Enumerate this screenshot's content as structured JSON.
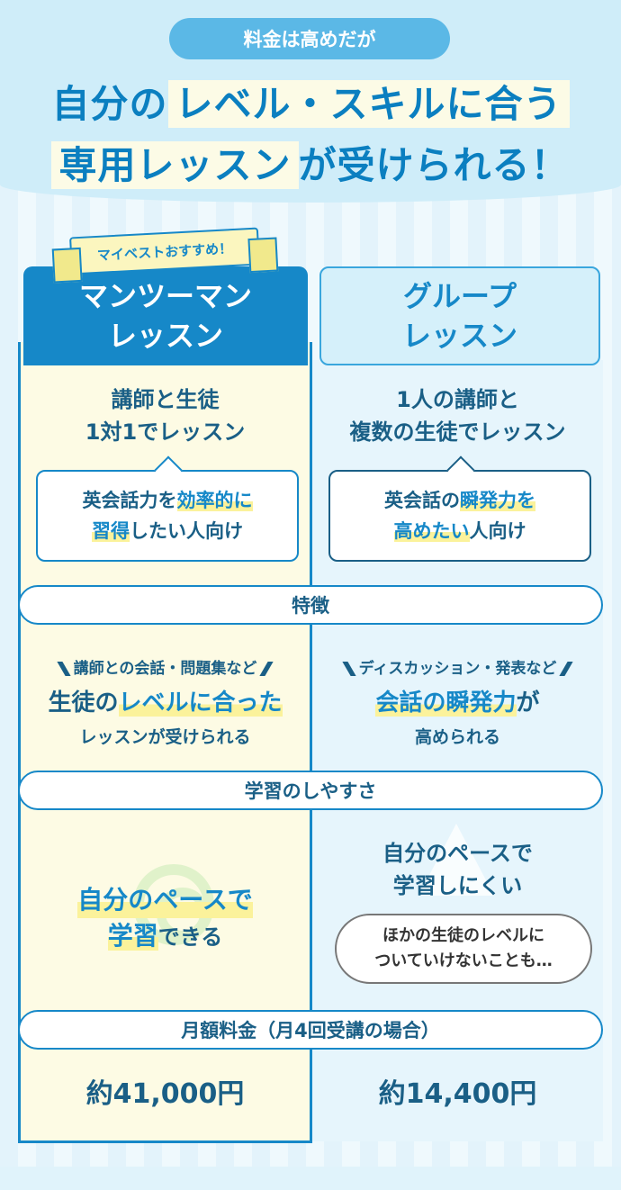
{
  "header": {
    "pill": "料金は高めだが",
    "line1_a": "自分の",
    "line1_b": "レベル・スキルに合う",
    "line2_a": "専用レッスン",
    "line2_b": "が受けられる！"
  },
  "ribbon": "マイベストおすすめ！",
  "columns": {
    "left": {
      "title1": "マンツーマン",
      "title2": "レッスン",
      "desc1": "講師と生徒",
      "desc2": "1対1でレッスン",
      "bubble1_a": "英会話力を",
      "bubble1_b": "効率的に",
      "bubble2_a": "習得",
      "bubble2_b": "したい人向け",
      "feature_small": "講師との会話・問題集など",
      "feature_big_a": "生徒の",
      "feature_big_b": "レベルに合った",
      "feature_mid": "レッスンが受けられる",
      "ease_line1": "自分のペースで",
      "ease_line2_a": "学習",
      "ease_line2_b": "できる",
      "price": "約41,000円"
    },
    "right": {
      "title1": "グループ",
      "title2": "レッスン",
      "desc1": "1人の講師と",
      "desc2": "複数の生徒でレッスン",
      "bubble1_a": "英会話の",
      "bubble1_b": "瞬発力を",
      "bubble2_a": "高めたい",
      "bubble2_b": "人向け",
      "feature_small": "ディスカッション・発表など",
      "feature_big_a": "会話の瞬発力",
      "feature_big_b": "が",
      "feature_mid": "高められる",
      "ease_line1": "自分のペースで",
      "ease_line2": "学習しにくい",
      "note1": "ほかの生徒のレベルに",
      "note2": "ついていけないことも…",
      "price": "約14,400円"
    }
  },
  "bars": {
    "features": "特徴",
    "ease": "学習のしやすさ",
    "fee": "月額料金（月4回受講の場合）"
  }
}
